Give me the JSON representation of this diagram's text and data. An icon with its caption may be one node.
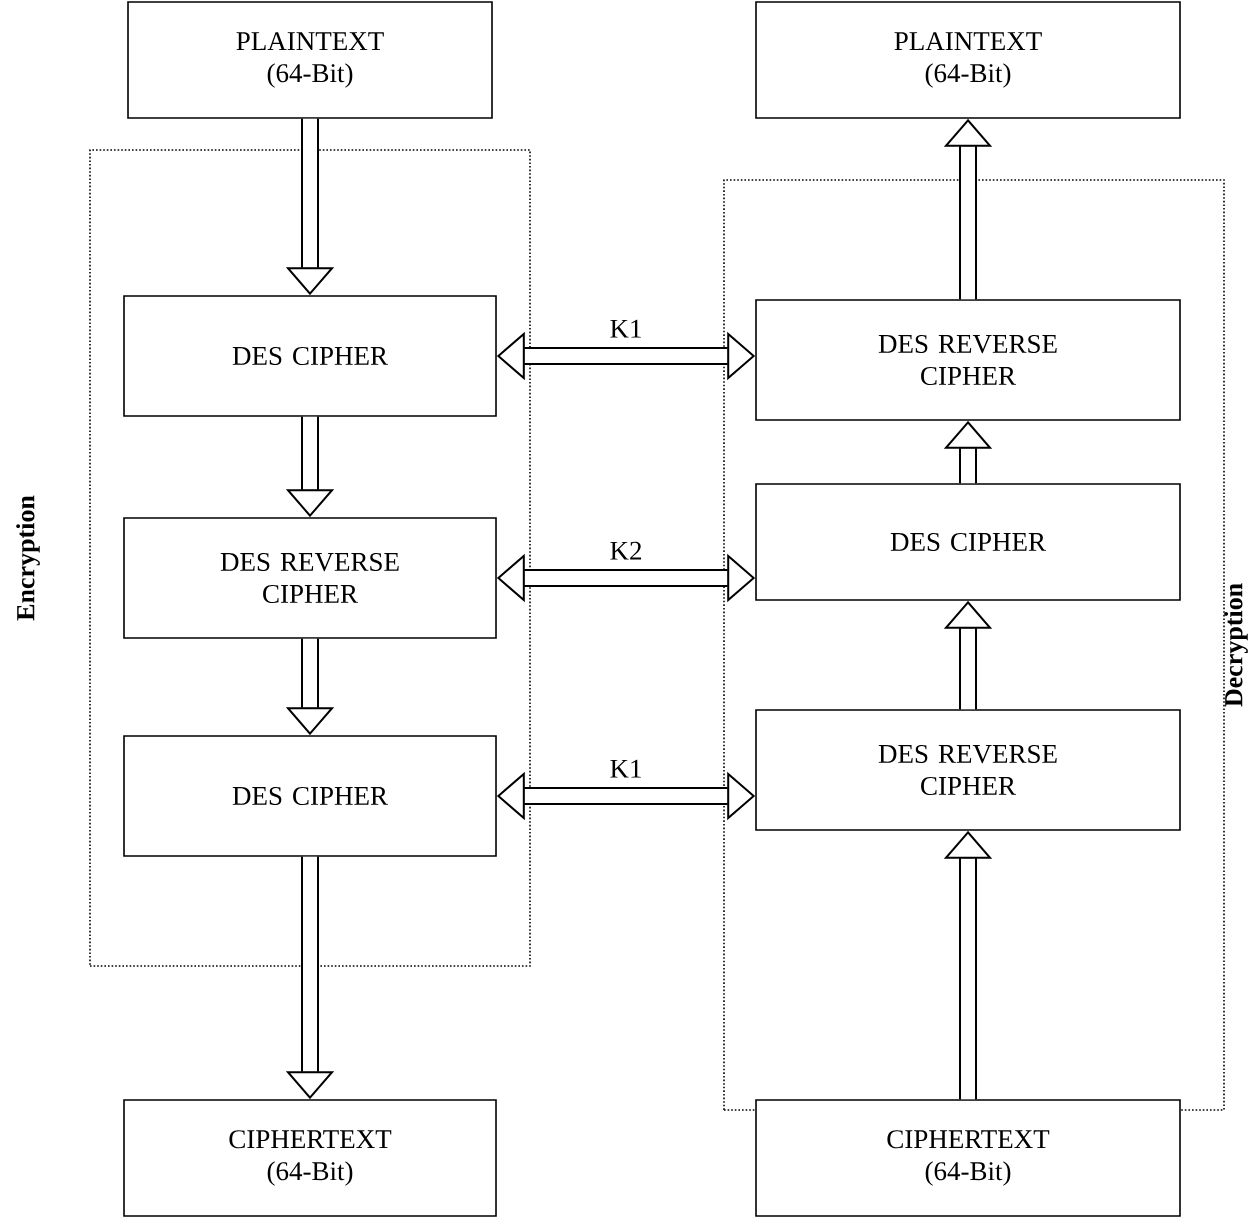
{
  "diagram": {
    "nodes": [
      {
        "text": [
          "PLAINTEXT (64-Bit)"
        ]
      },
      {
        "text": [
          "PLAINTEXT (64-Bit)"
        ]
      },
      {
        "text": [
          "Encryption"
        ]
      },
      {
        "text": [
          "DES CIPHER"
        ],
        "in": 2
      },
      {
        "text": [
          "DES REVERSE CIPHER"
        ],
        "in": 2
      },
      {
        "text": [
          "DES CIPHER"
        ],
        "in": 2
      },
      {
        "text": [
          "Decryption"
        ]
      },
      {
        "text": [
          "DES REVERSE CIPHER"
        ],
        "in": 6
      },
      {
        "text": [
          "DES CIPHER"
        ],
        "in": 6
      },
      {
        "text": [
          "DES REVERSE CIPHER"
        ],
        "in": 6
      },
      {
        "text": [
          "CIPHERTEXT (64-Bit)"
        ]
      },
      {
        "text": [
          "CIPHERTEXT (64-Bit)"
        ]
      }
    ],
    "edges": [
      {
        "from": 0,
        "to": 3,
        "arrow": "to"
      },
      {
        "from": 3,
        "to": 4,
        "arrow": "to"
      },
      {
        "from": 4,
        "to": 5,
        "arrow": "to"
      },
      {
        "from": 5,
        "to": 10,
        "arrow": "to"
      },
      {
        "from": 11,
        "to": 9,
        "arrow": "to"
      },
      {
        "from": 9,
        "to": 8,
        "arrow": "to"
      },
      {
        "from": 8,
        "to": 7,
        "arrow": "to"
      },
      {
        "from": 7,
        "to": 1,
        "arrow": "to"
      },
      {
        "from": 3,
        "to": 7,
        "arrow": "both",
        "label": "K1"
      },
      {
        "from": 4,
        "to": 8,
        "arrow": "both",
        "label": "K2"
      },
      {
        "from": 5,
        "to": 9,
        "arrow": "both",
        "label": "K1"
      }
    ]
  }
}
